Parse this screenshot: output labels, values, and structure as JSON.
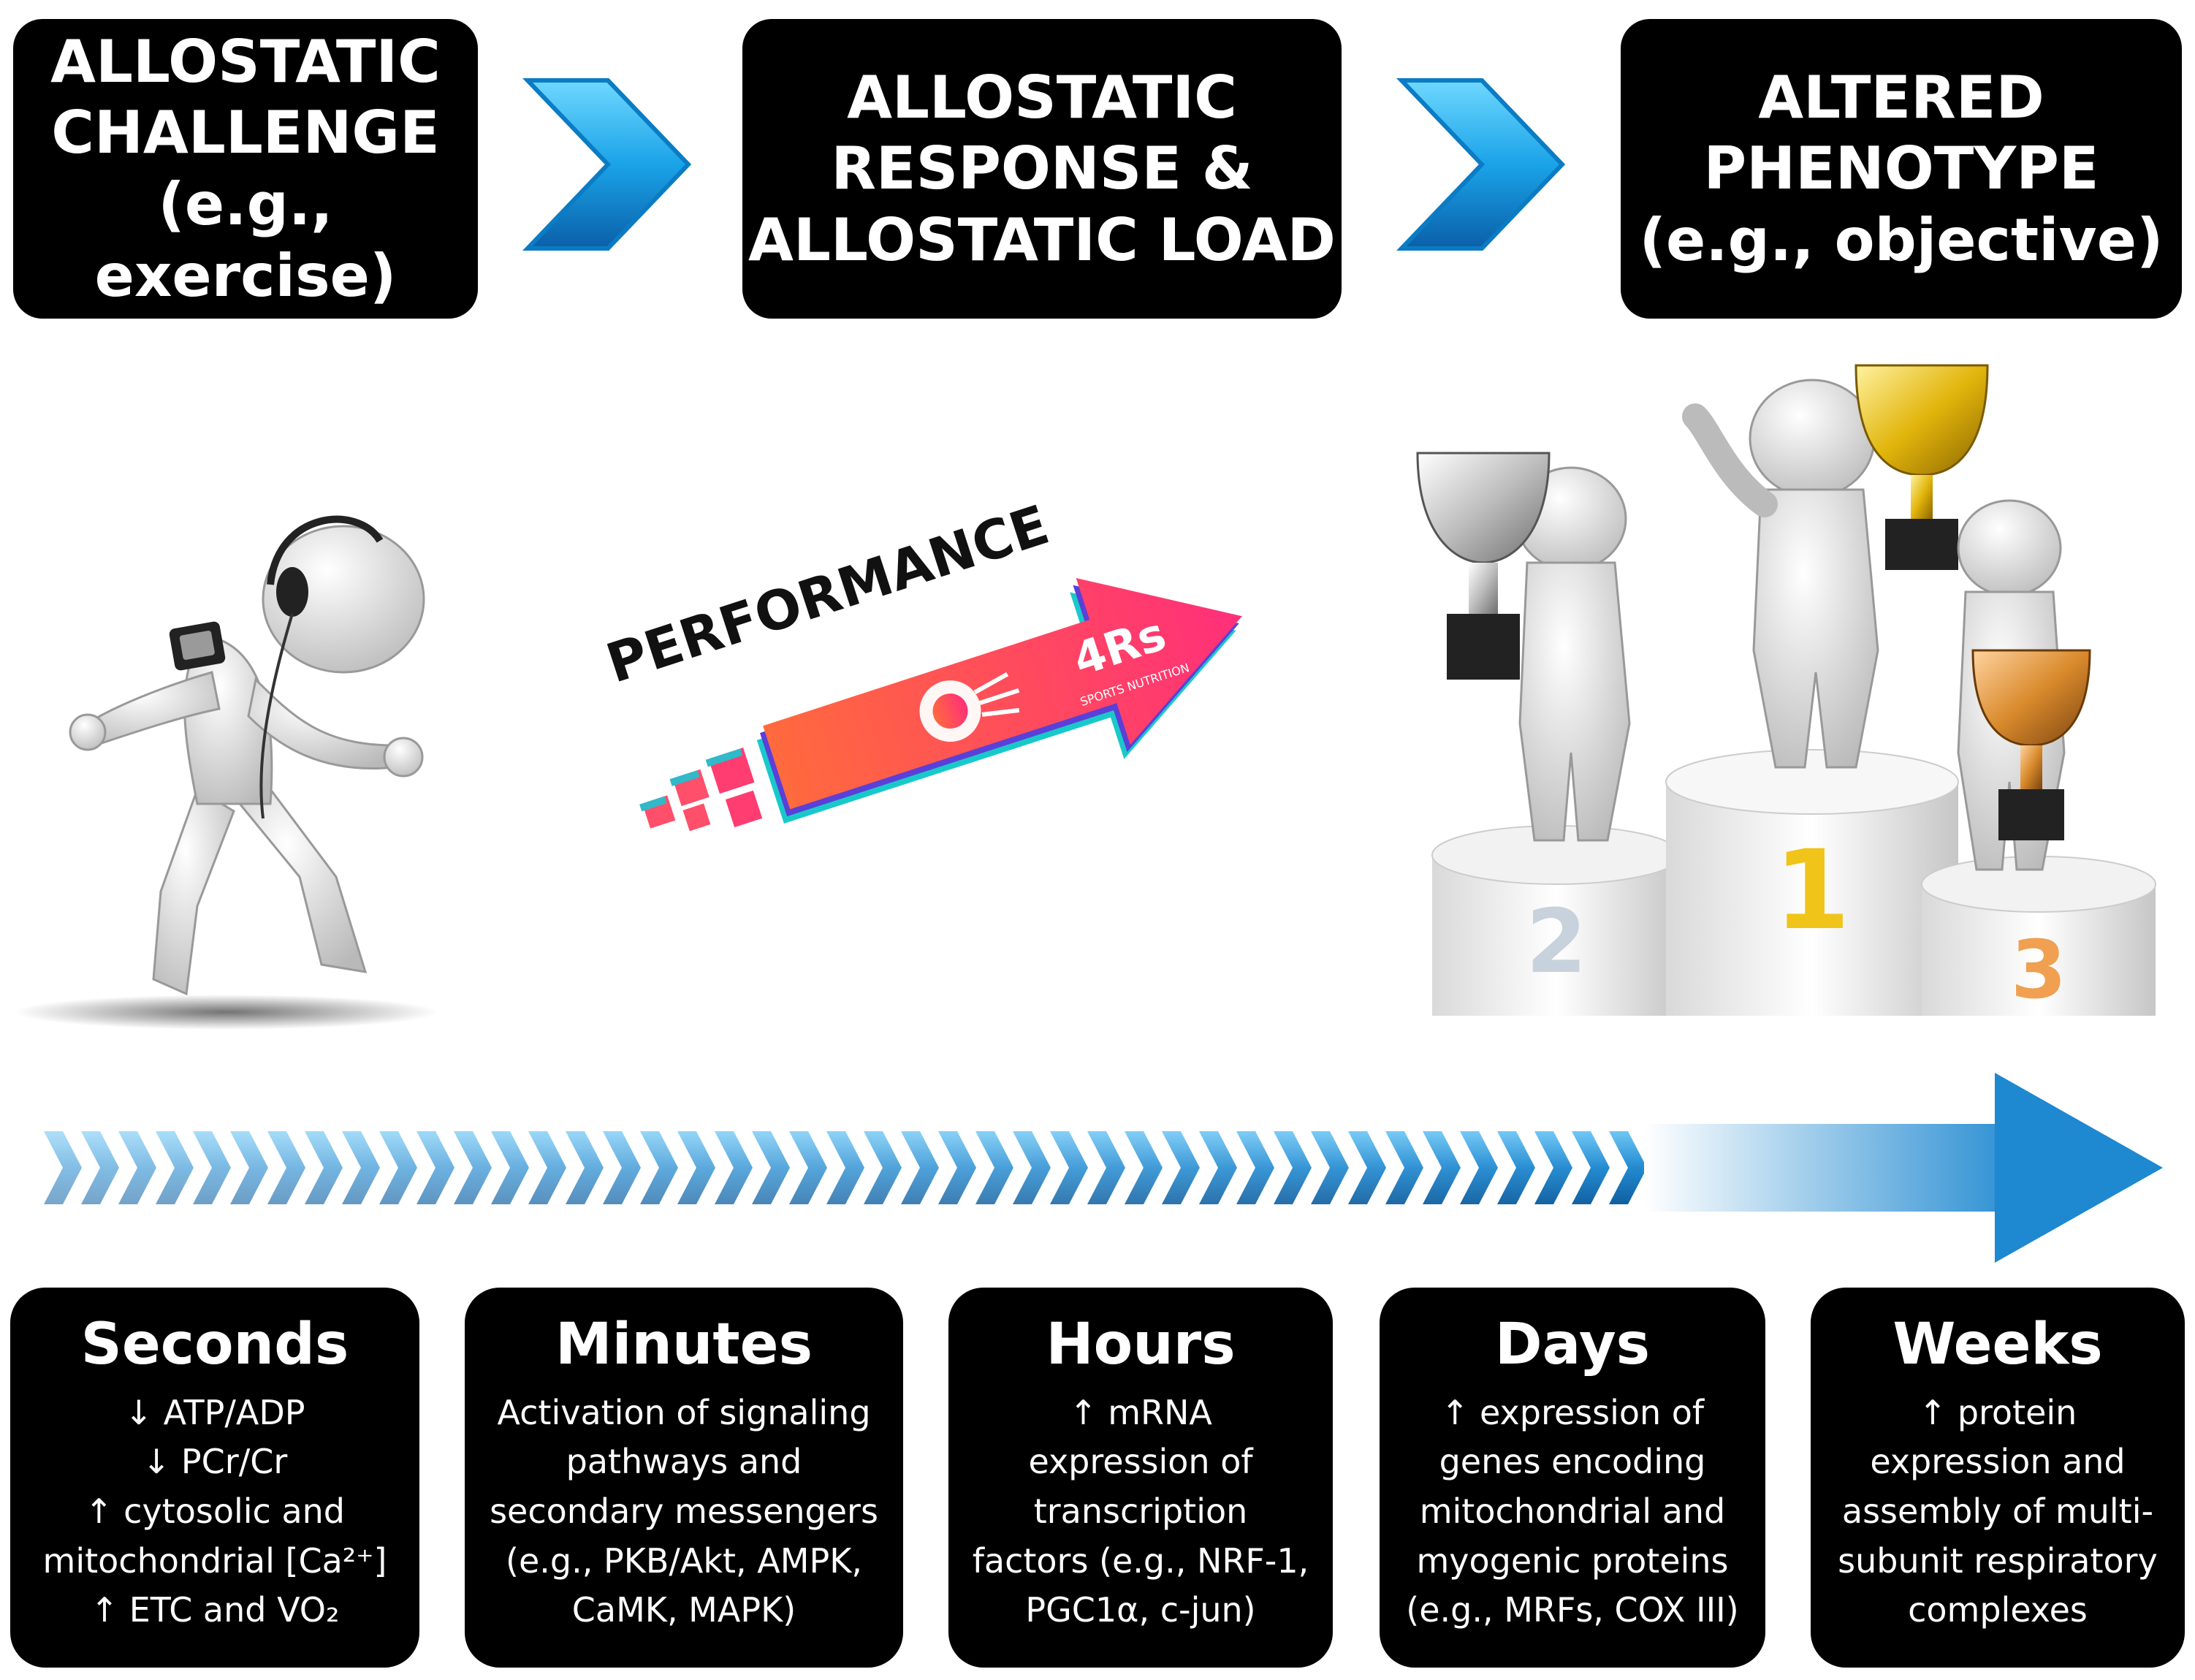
{
  "stages": [
    {
      "lines": [
        "ALLOSTATIC",
        "CHALLENGE",
        "(e.g., exercise)"
      ]
    },
    {
      "lines": [
        "ALLOSTATIC",
        "RESPONSE &",
        "ALLOSTATIC LOAD"
      ]
    },
    {
      "lines": [
        "ALTERED",
        "PHENOTYPE",
        "(e.g., objective)"
      ]
    }
  ],
  "illustration": {
    "performance_label": "PERFORMANCE",
    "logo_text": "4Rs",
    "logo_subtext": "SPORTS NUTRITION",
    "podium_numbers": [
      "2",
      "1",
      "3"
    ]
  },
  "timeline": [
    {
      "title": "Seconds",
      "lines": [
        "↓ ATP/ADP",
        "↓ PCr/Cr",
        "↑ cytosolic and",
        "mitochondrial [Ca²⁺]",
        "↑ ETC and VO₂"
      ]
    },
    {
      "title": "Minutes",
      "lines": [
        "Activation of signaling",
        "pathways and",
        "secondary messengers",
        "(e.g., PKB/Akt, AMPK,",
        "CaMK, MAPK)"
      ]
    },
    {
      "title": "Hours",
      "lines": [
        "↑ mRNA",
        "expression of",
        "transcription",
        "factors (e.g., NRF-1,",
        "PGC1α, c-jun)"
      ]
    },
    {
      "title": "Days",
      "lines": [
        "↑ expression of",
        "genes encoding",
        "mitochondrial and",
        "myogenic proteins",
        "(e.g., MRFs, COX III)"
      ]
    },
    {
      "title": "Weeks",
      "lines": [
        "↑ protein",
        "expression and",
        "assembly of multi-",
        "subunit respiratory",
        "complexes"
      ]
    }
  ],
  "colors": {
    "box": "#000000",
    "text": "#ffffff",
    "chevron": "#1aa3e8",
    "timeline_arrow": "#1e88d0",
    "performance_arrow": "#ff3b6b"
  }
}
